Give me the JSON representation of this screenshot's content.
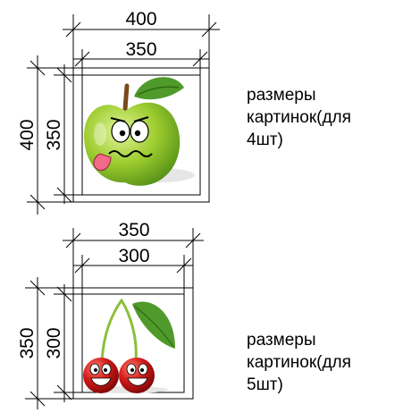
{
  "blocks": [
    {
      "outer_dim": "400",
      "inner_dim": "350",
      "caption_lines": [
        "размеры",
        "картинок(для",
        "4шт)"
      ],
      "picture": "apple-character-icon"
    },
    {
      "outer_dim": "350",
      "inner_dim": "300",
      "caption_lines": [
        "размеры",
        "картинок(для",
        "5шт)"
      ],
      "picture": "cherries-character-icon"
    }
  ],
  "colors": {
    "line": "#000000",
    "apple_green": "#9ccc2e",
    "cherry_red": "#d11a1a",
    "leaf_green": "#4f9a2a"
  }
}
